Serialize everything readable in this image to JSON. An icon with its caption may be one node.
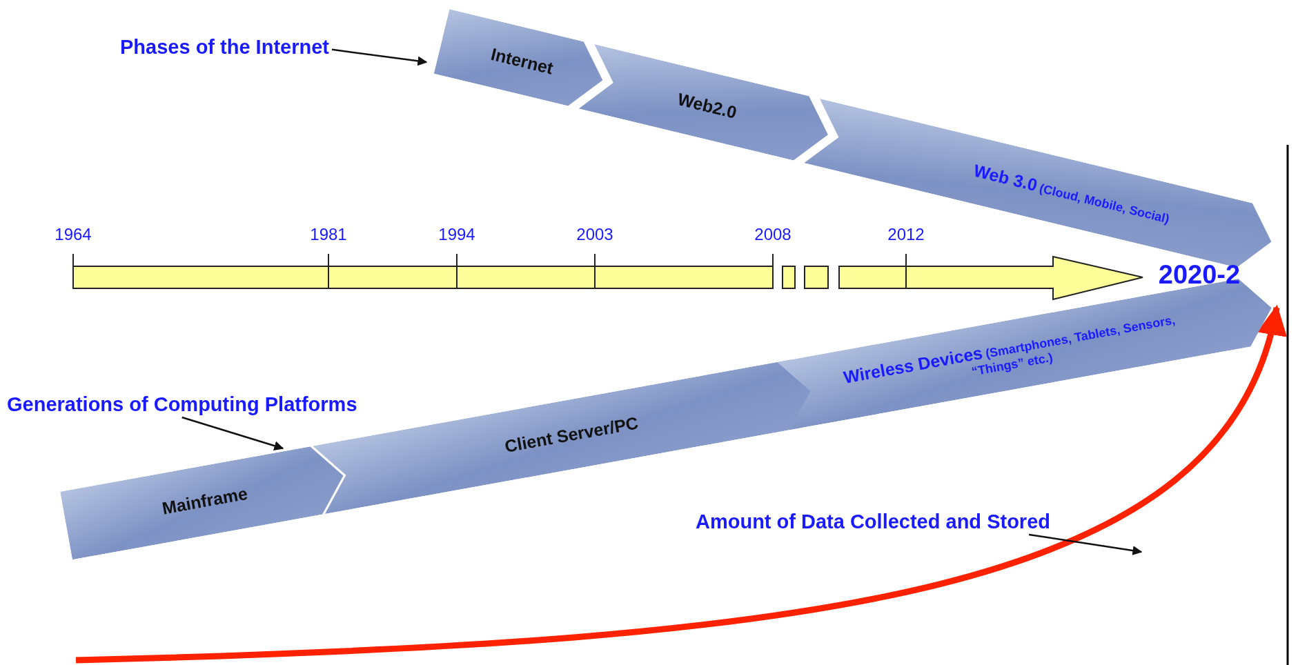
{
  "diagram": {
    "nodes": [
      {
        "text": [
          "Phases of the Internet"
        ]
      },
      {
        "text": [
          "Internet"
        ]
      },
      {
        "text": [
          "Web2.0"
        ]
      },
      {
        "text": [
          "Web 3.0",
          "(Cloud, Mobile, Social)"
        ]
      },
      {
        "text": [
          "Generations of Computing Platforms"
        ]
      },
      {
        "text": [
          "Mainframe"
        ]
      },
      {
        "text": [
          "Client Server/PC"
        ]
      },
      {
        "text": [
          "Wireless Devices",
          "(Smartphones, Tablets, Sensors, “Things” etc.)"
        ]
      },
      {
        "text": [
          "Amount of Data Collected and Stored"
        ]
      },
      {
        "text": [],
        "shape": "arrow"
      }
    ],
    "edges": [
      {
        "from": 0,
        "to": 1,
        "arrow": "to"
      },
      {
        "from": 4,
        "to": 5,
        "arrow": "to"
      },
      {
        "from": 8,
        "to": null,
        "arrow": "to"
      }
    ],
    "labels": [
      "1964",
      "1981",
      "1994",
      "2003",
      "2008",
      "2012",
      "2020-2"
    ]
  }
}
